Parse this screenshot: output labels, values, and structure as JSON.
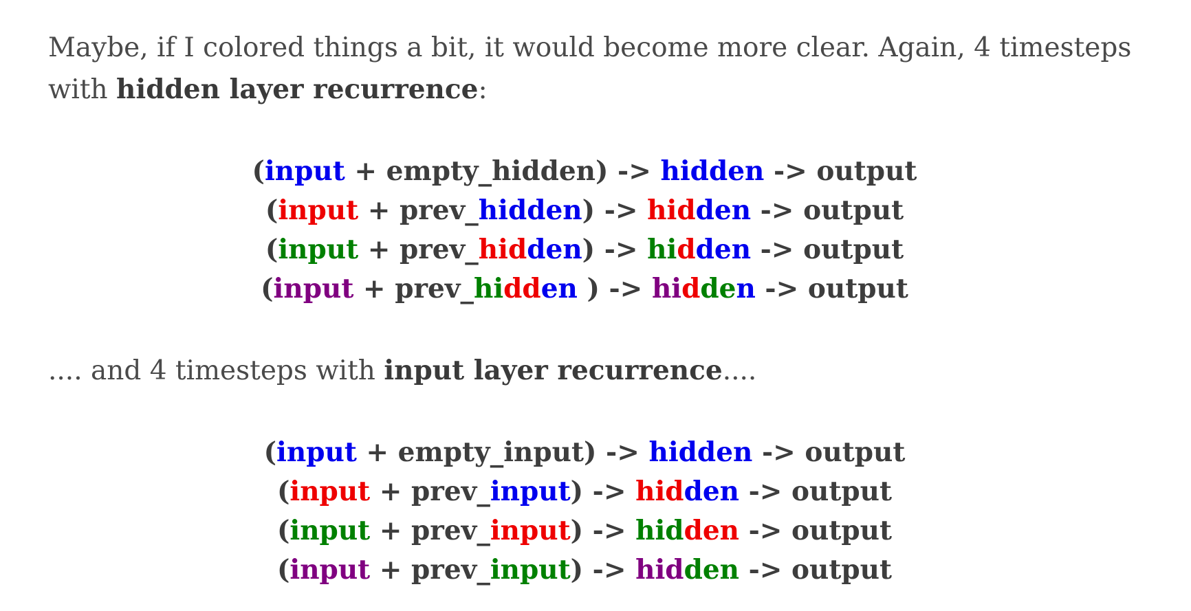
{
  "intro": {
    "text_before": "Maybe, if I colored things a bit, it would become more clear. Again, 4 timesteps with ",
    "bold": "hidden layer recurrence",
    "text_after": ":"
  },
  "hidden_recurrence_lines": [
    [
      {
        "t": "(",
        "c": ""
      },
      {
        "t": "input",
        "c": "blue"
      },
      {
        "t": " + empty_hidden) -> ",
        "c": ""
      },
      {
        "t": "hidden",
        "c": "blue"
      },
      {
        "t": " -> output",
        "c": ""
      }
    ],
    [
      {
        "t": "(",
        "c": ""
      },
      {
        "t": "input",
        "c": "red"
      },
      {
        "t": " + prev_",
        "c": ""
      },
      {
        "t": "hidden",
        "c": "blue"
      },
      {
        "t": ") -> ",
        "c": ""
      },
      {
        "t": "hid",
        "c": "red"
      },
      {
        "t": "den",
        "c": "blue"
      },
      {
        "t": " -> output",
        "c": ""
      }
    ],
    [
      {
        "t": "(",
        "c": ""
      },
      {
        "t": "input",
        "c": "green"
      },
      {
        "t": " + prev_",
        "c": ""
      },
      {
        "t": "hid",
        "c": "red"
      },
      {
        "t": "den",
        "c": "blue"
      },
      {
        "t": ") -> ",
        "c": ""
      },
      {
        "t": "hi",
        "c": "green"
      },
      {
        "t": "d",
        "c": "red"
      },
      {
        "t": "den",
        "c": "blue"
      },
      {
        "t": " -> output",
        "c": ""
      }
    ],
    [
      {
        "t": "(",
        "c": ""
      },
      {
        "t": "input",
        "c": "purple"
      },
      {
        "t": " + prev_",
        "c": ""
      },
      {
        "t": "hi",
        "c": "green"
      },
      {
        "t": "dd",
        "c": "red"
      },
      {
        "t": "en",
        "c": "blue"
      },
      {
        "t": " ) -> ",
        "c": ""
      },
      {
        "t": "hi",
        "c": "purple"
      },
      {
        "t": "d",
        "c": "red"
      },
      {
        "t": "de",
        "c": "green"
      },
      {
        "t": "n",
        "c": "blue"
      },
      {
        "t": " -> output",
        "c": ""
      }
    ]
  ],
  "middle": {
    "text_before": ".... and 4 timesteps with ",
    "bold": "input layer recurrence",
    "text_after": "...."
  },
  "input_recurrence_lines": [
    [
      {
        "t": "(",
        "c": ""
      },
      {
        "t": "input",
        "c": "blue"
      },
      {
        "t": " + empty_input) -> ",
        "c": ""
      },
      {
        "t": "hidden",
        "c": "blue"
      },
      {
        "t": " -> output",
        "c": ""
      }
    ],
    [
      {
        "t": "(",
        "c": ""
      },
      {
        "t": "input",
        "c": "red"
      },
      {
        "t": " + prev_",
        "c": ""
      },
      {
        "t": "input",
        "c": "blue"
      },
      {
        "t": ") -> ",
        "c": ""
      },
      {
        "t": "hid",
        "c": "red"
      },
      {
        "t": "den",
        "c": "blue"
      },
      {
        "t": " -> output",
        "c": ""
      }
    ],
    [
      {
        "t": "(",
        "c": ""
      },
      {
        "t": "input",
        "c": "green"
      },
      {
        "t": " + prev_",
        "c": ""
      },
      {
        "t": "input",
        "c": "red"
      },
      {
        "t": ") -> ",
        "c": ""
      },
      {
        "t": "hid",
        "c": "green"
      },
      {
        "t": "den",
        "c": "red"
      },
      {
        "t": " -> output",
        "c": ""
      }
    ],
    [
      {
        "t": "(",
        "c": ""
      },
      {
        "t": "input",
        "c": "purple"
      },
      {
        "t": " + prev_",
        "c": ""
      },
      {
        "t": "input",
        "c": "green"
      },
      {
        "t": ") -> ",
        "c": ""
      },
      {
        "t": "hid",
        "c": "purple"
      },
      {
        "t": "den",
        "c": "green"
      },
      {
        "t": " -> output",
        "c": ""
      }
    ]
  ],
  "colors": {
    "blue": "#0000ee",
    "red": "#ee0000",
    "green": "#008000",
    "purple": "#800080",
    "text": "#444444"
  }
}
